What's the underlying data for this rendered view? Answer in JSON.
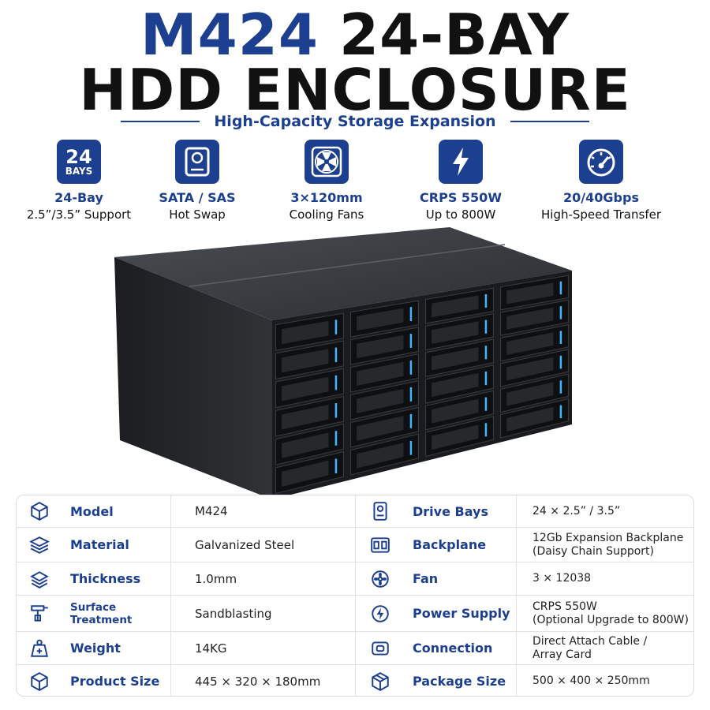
{
  "title": {
    "model": "M424",
    "rest": "24-BAY",
    "line2": "HDD ENCLOSURE"
  },
  "subtitle": "High-Capacity Storage Expansion",
  "features": [
    {
      "icon": "24-bays-badge-icon",
      "badge_top": "24",
      "badge_bottom": "BAYS",
      "line1": "24-Bay",
      "line2": "2.5”/3.5” Support"
    },
    {
      "icon": "hard-drive-icon",
      "line1": "SATA / SAS",
      "line2": "Hot Swap"
    },
    {
      "icon": "fan-icon",
      "line1": "3×120mm",
      "line2": "Cooling Fans"
    },
    {
      "icon": "lightning-bolt-icon",
      "line1": "CRPS 550W",
      "line2": "Up to 800W"
    },
    {
      "icon": "speedometer-icon",
      "line1": "20/40Gbps",
      "line2": "High-Speed Transfer"
    }
  ],
  "specs": [
    {
      "left": {
        "icon": "cube-icon",
        "label": "Model",
        "value": "M424"
      },
      "right": {
        "icon": "hard-drive-icon",
        "label": "Drive Bays",
        "value": "24 × 2.5” / 3.5”"
      }
    },
    {
      "left": {
        "icon": "layers-icon",
        "label": "Material",
        "value": "Galvanized Steel"
      },
      "right": {
        "icon": "backplane-icon",
        "label": "Backplane",
        "value": "12Gb Expansion Backplane",
        "value2": "(Daisy Chain Support)"
      }
    },
    {
      "left": {
        "icon": "stacked-sheets-icon",
        "label": "Thickness",
        "value": "1.0mm"
      },
      "right": {
        "icon": "fan-icon",
        "label": "Fan",
        "value": "3 × 12038"
      }
    },
    {
      "left": {
        "icon": "spray-gun-icon",
        "label": "Surface Treatment",
        "value": "Sandblasting"
      },
      "right": {
        "icon": "power-icon",
        "label": "Power Supply",
        "value": "CRPS 550W",
        "value2": "(Optional Upgrade to 800W)"
      }
    },
    {
      "left": {
        "icon": "weight-icon",
        "label": "Weight",
        "value": "14KG"
      },
      "right": {
        "icon": "connection-icon",
        "label": "Connection",
        "value": "Direct Attach Cable /",
        "value2": "Array Card"
      }
    },
    {
      "left": {
        "icon": "box-icon",
        "label": "Product Size",
        "value": "445 × 320 × 180mm"
      },
      "right": {
        "icon": "package-icon",
        "label": "Package Size",
        "value": "500 × 400 × 250mm"
      }
    }
  ],
  "colors": {
    "brand": "#1d3f8f",
    "led": "#3fb6ff"
  }
}
